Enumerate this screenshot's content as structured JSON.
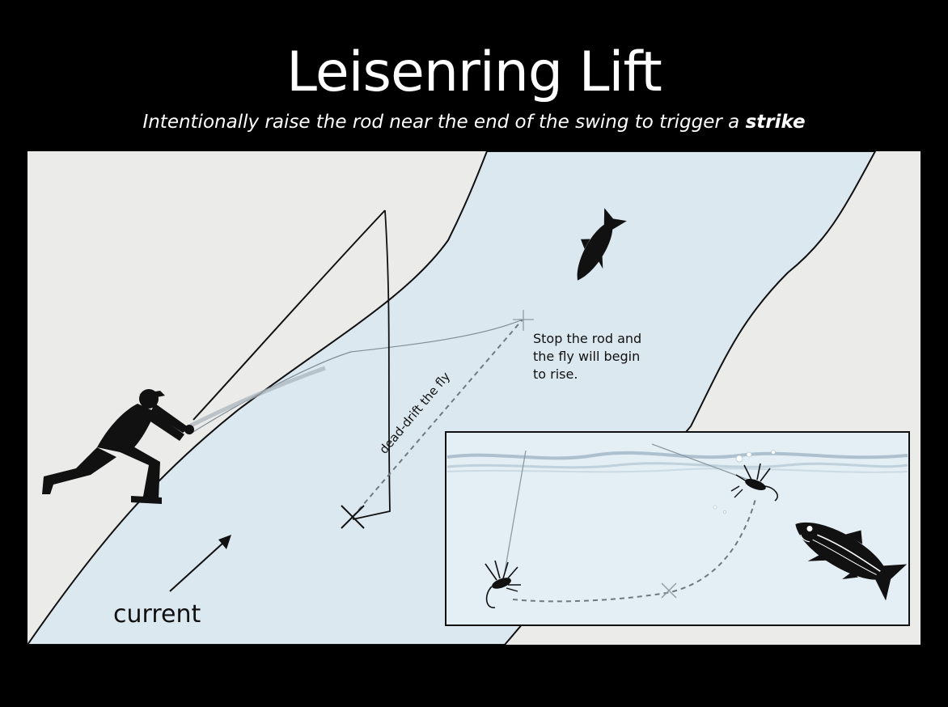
{
  "title": "Leisenring Lift",
  "subtitle": {
    "lead": "Intentionally raise the rod near the end of the swing to trigger a",
    "emphasis": "strike"
  },
  "labels": {
    "drift": "dead-drift the fly",
    "note_line_1": "Stop the rod and",
    "note_line_2": "the fly will begin",
    "note_line_3": "to rise.",
    "current": "current"
  },
  "colors": {
    "background": "#000000",
    "bank": "#ebebea",
    "water": "#dce8f0",
    "inset_water": "#e3eef5",
    "ink": "#111111"
  }
}
